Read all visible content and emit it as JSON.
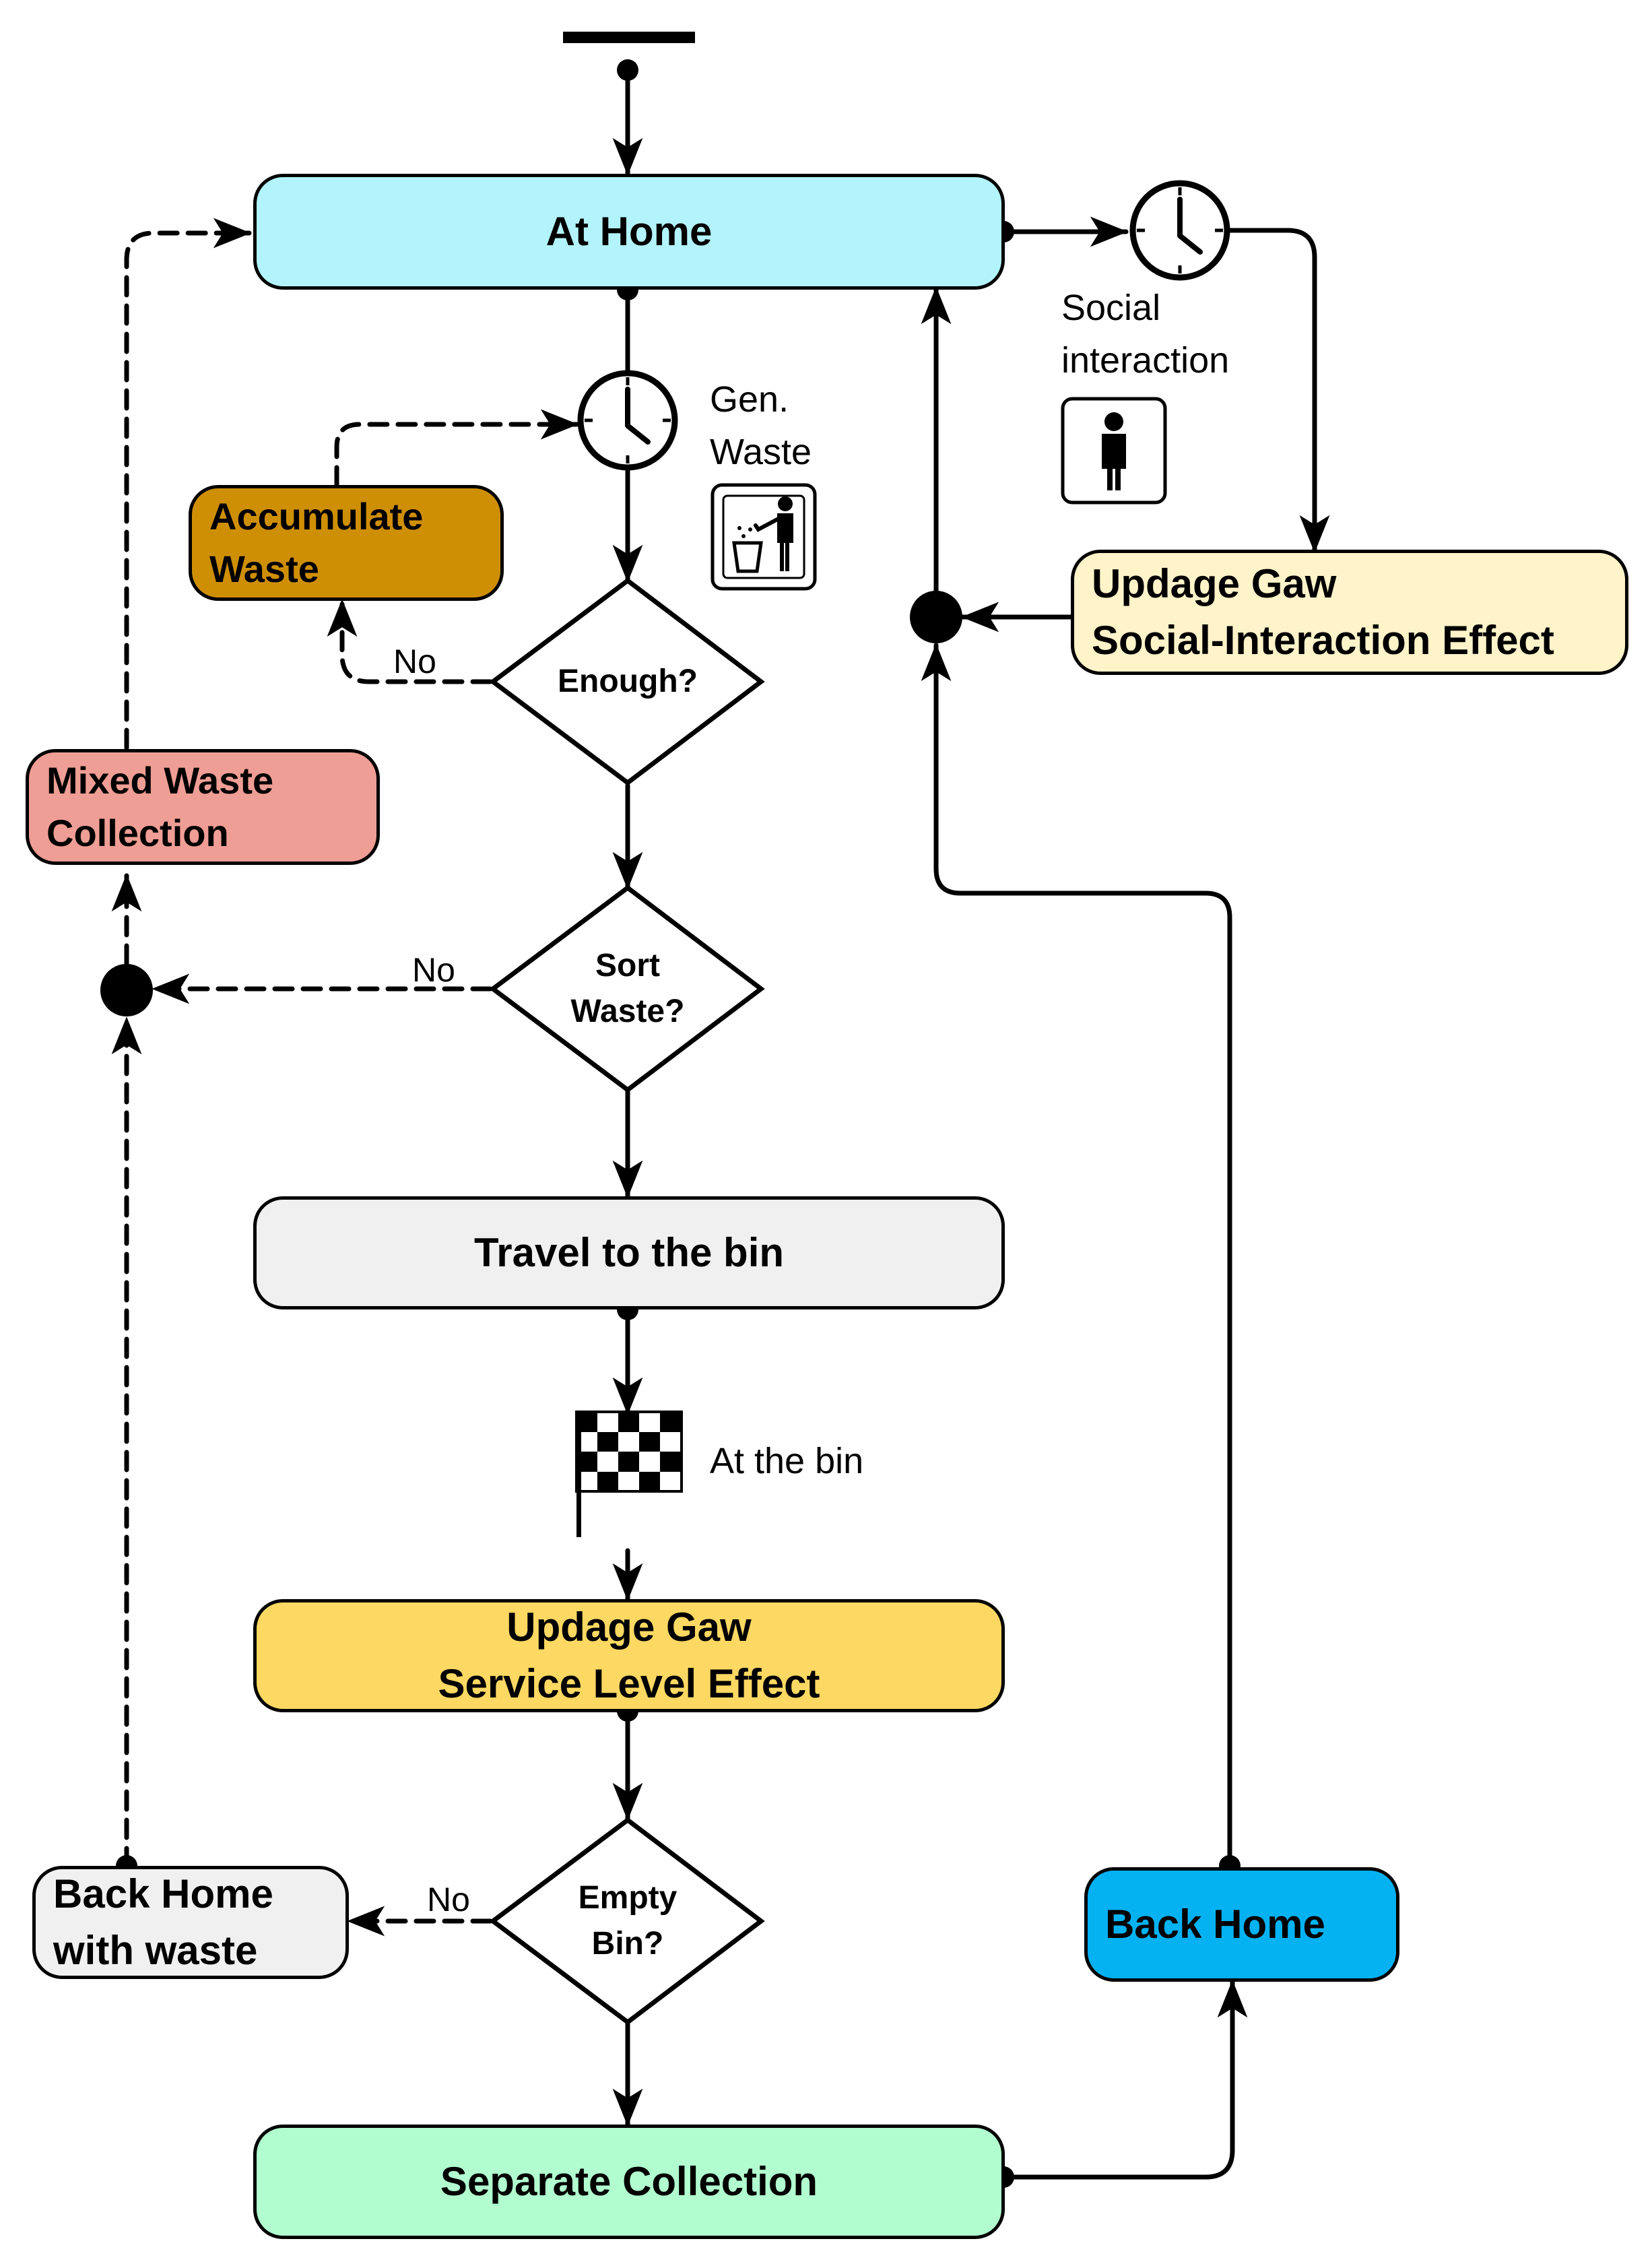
{
  "nodes": {
    "at_home": "At Home",
    "accumulate_waste": [
      "Accumulate",
      "Waste"
    ],
    "mixed_waste_collection": [
      "Mixed Waste",
      "Collection"
    ],
    "travel_to_bin": "Travel to the bin",
    "update_service": [
      "Updage Gaw",
      "Service Level Effect"
    ],
    "back_home_waste": [
      "Back Home",
      "with waste"
    ],
    "separate_collection": "Separate Collection",
    "back_home": "Back Home",
    "update_social": [
      "Updage Gaw",
      "Social-Interaction Effect"
    ]
  },
  "decisions": {
    "enough": [
      "Enough?"
    ],
    "sort_waste": [
      "Sort",
      "Waste?"
    ],
    "empty_bin": [
      "Empty",
      "Bin?"
    ]
  },
  "labels": {
    "gen_waste": [
      "Gen.",
      "Waste"
    ],
    "social_interaction": [
      "Social",
      "interaction"
    ],
    "at_the_bin": "At the bin",
    "no": "No"
  },
  "colors": {
    "at_home": "#b3f4fc",
    "accumulate_waste": "#cf8f05",
    "mixed_waste_collection": "#ef9e95",
    "travel_to_bin": "#f0f0f0",
    "update_service": "#fdd862",
    "back_home_waste": "#f0f0f0",
    "separate_collection": "#b2fdd0",
    "back_home": "#04b2f2",
    "update_social": "#fff3c9"
  },
  "icons": {
    "gen_waste": "trash-bin-person-icon",
    "social_interaction": "person-icon",
    "at_the_bin": "checkered-flag-icon",
    "timer": "clock-icon"
  }
}
